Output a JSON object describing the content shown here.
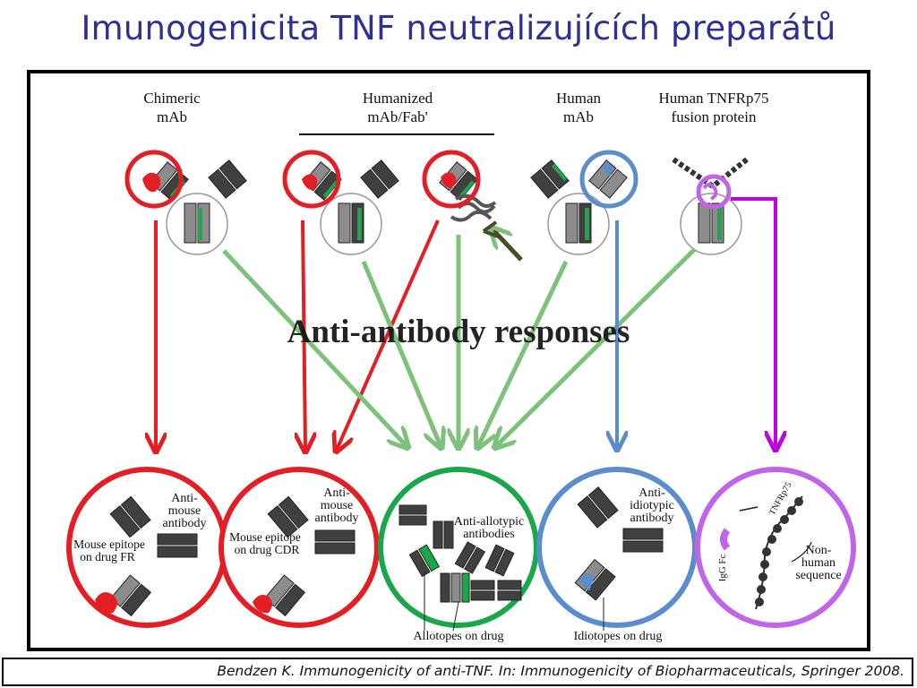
{
  "slide": {
    "title": "Imunogenicita TNF neutralizujících preparátů",
    "citation": "Bendzen K. Immunogenicity of anti-TNF. In: Immunogenicity of Biopharmaceuticals, Springer 2008."
  },
  "figure": {
    "drug_types": [
      {
        "line1": "Chimeric",
        "line2": "mAb"
      },
      {
        "line1": "Humanized",
        "line2": "mAb/Fab'"
      },
      {
        "line1": "Human",
        "line2": "mAb"
      },
      {
        "line1": "Human TNFRp75",
        "line2": "fusion protein"
      }
    ],
    "center_label": "Anti-antibody responses",
    "responses": [
      {
        "title_lines": [
          "Anti-",
          "mouse",
          "antibody"
        ],
        "epitope_lines": [
          "Mouse epitope",
          "on drug FR"
        ]
      },
      {
        "title_lines": [
          "Anti-",
          "mouse",
          "antibody"
        ],
        "epitope_lines": [
          "Mouse epitope",
          "on drug CDR"
        ]
      },
      {
        "title_lines": [
          "Anti-allotypic",
          "antibodies"
        ],
        "bottom_label": "Allotopes on drug"
      },
      {
        "title_lines": [
          "Anti-",
          "idiotypic",
          "antibody"
        ],
        "bottom_label": "Idiotopes on drug"
      },
      {
        "title_lines": [
          "Non-",
          "human",
          "sequence"
        ],
        "side_labels": [
          "IgG Fc",
          "TNFRp75"
        ]
      }
    ]
  },
  "colors": {
    "title": "#2e3192",
    "red": "#e31e24",
    "green": "#1aa64a",
    "green_arrow": "#7dc17a",
    "blue": "#5b8ccc",
    "purple": "#c065e8",
    "purple_arrow": "#c000e0",
    "domain_dark": "#404040",
    "domain_grey": "#8c8c8c"
  }
}
